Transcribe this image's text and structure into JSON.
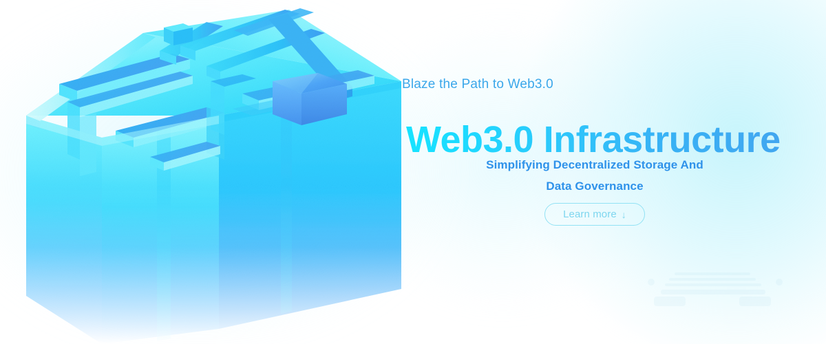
{
  "hero": {
    "eyebrow": "Blaze the Path to Web3.0",
    "headline": "Web3.0 Infrastructure",
    "subtitle_line1": "Simplifying Decentralized Storage And",
    "subtitle_line2": "Data Governance",
    "cta_label": "Learn more",
    "cta_arrow": "↓"
  },
  "illustration": {
    "name": "isometric-maze-blocks",
    "description": "Isometric 3D maze-like block structure fading out at the bottom"
  },
  "colors": {
    "headline_gradient_start": "#16e3ff",
    "headline_gradient_end": "#41a6f0",
    "eyebrow": "#3ba7ea",
    "subtitle": "#2f92ea",
    "cta_border": "#92e2f4",
    "cta_text": "#7ed6ef",
    "illo_top_light": "#5cf0ff",
    "illo_top_mid": "#22d8fb",
    "illo_side_blue": "#4da8ff",
    "illo_side_cyan": "#29c6ff",
    "illo_cube": "#4a9cf5",
    "background": "#ffffff",
    "glow": "#a4eefa"
  }
}
